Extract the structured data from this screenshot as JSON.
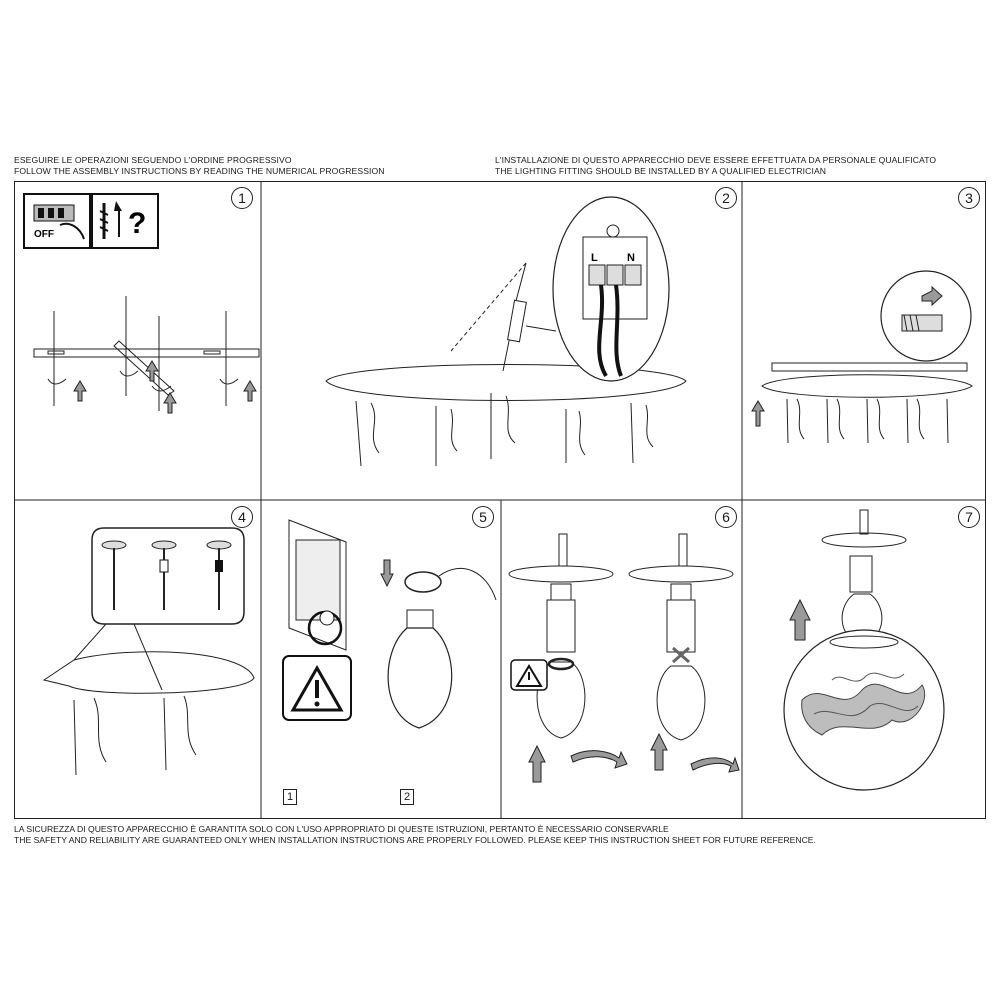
{
  "header": {
    "left_line1": "ESEGUIRE LE OPERAZIONI SEGUENDO L'ORDINE PROGRESSIVO",
    "left_line2": "FOLLOW THE ASSEMBLY INSTRUCTIONS BY READING THE NUMERICAL PROGRESSION",
    "right_line1": "L'INSTALLAZIONE DI QUESTO APPARECCHIO DEVE ESSERE EFFETTUATA DA PERSONALE QUALIFICATO",
    "right_line2": "THE LIGHTING FITTING SHOULD BE INSTALLED BY A QUALIFIED ELECTRICIAN"
  },
  "steps": [
    "1",
    "2",
    "3",
    "4",
    "5",
    "6",
    "7"
  ],
  "step1": {
    "switch_label": "OFF",
    "question_mark": "?"
  },
  "step2": {
    "terminal_l": "L",
    "terminal_n": "N"
  },
  "step5": {
    "sub1": "1",
    "sub2": "2"
  },
  "footer": {
    "line1": "LA SICUREZZA DI QUESTO APPARECCHIO È GARANTITA SOLO CON L'USO APPROPRIATO DI QUESTE ISTRUZIONI, PERTANTO È NECESSARIO CONSERVARLE",
    "line2": "THE SAFETY AND RELIABILITY ARE GUARANTEED ONLY WHEN INSTALLATION INSTRUCTIONS ARE PROPERLY FOLLOWED. PLEASE KEEP THIS INSTRUCTION SHEET FOR FUTURE REFERENCE."
  },
  "colors": {
    "line": "#1a1a1a",
    "fill_gray": "#9a9a9a",
    "background": "#ffffff"
  }
}
